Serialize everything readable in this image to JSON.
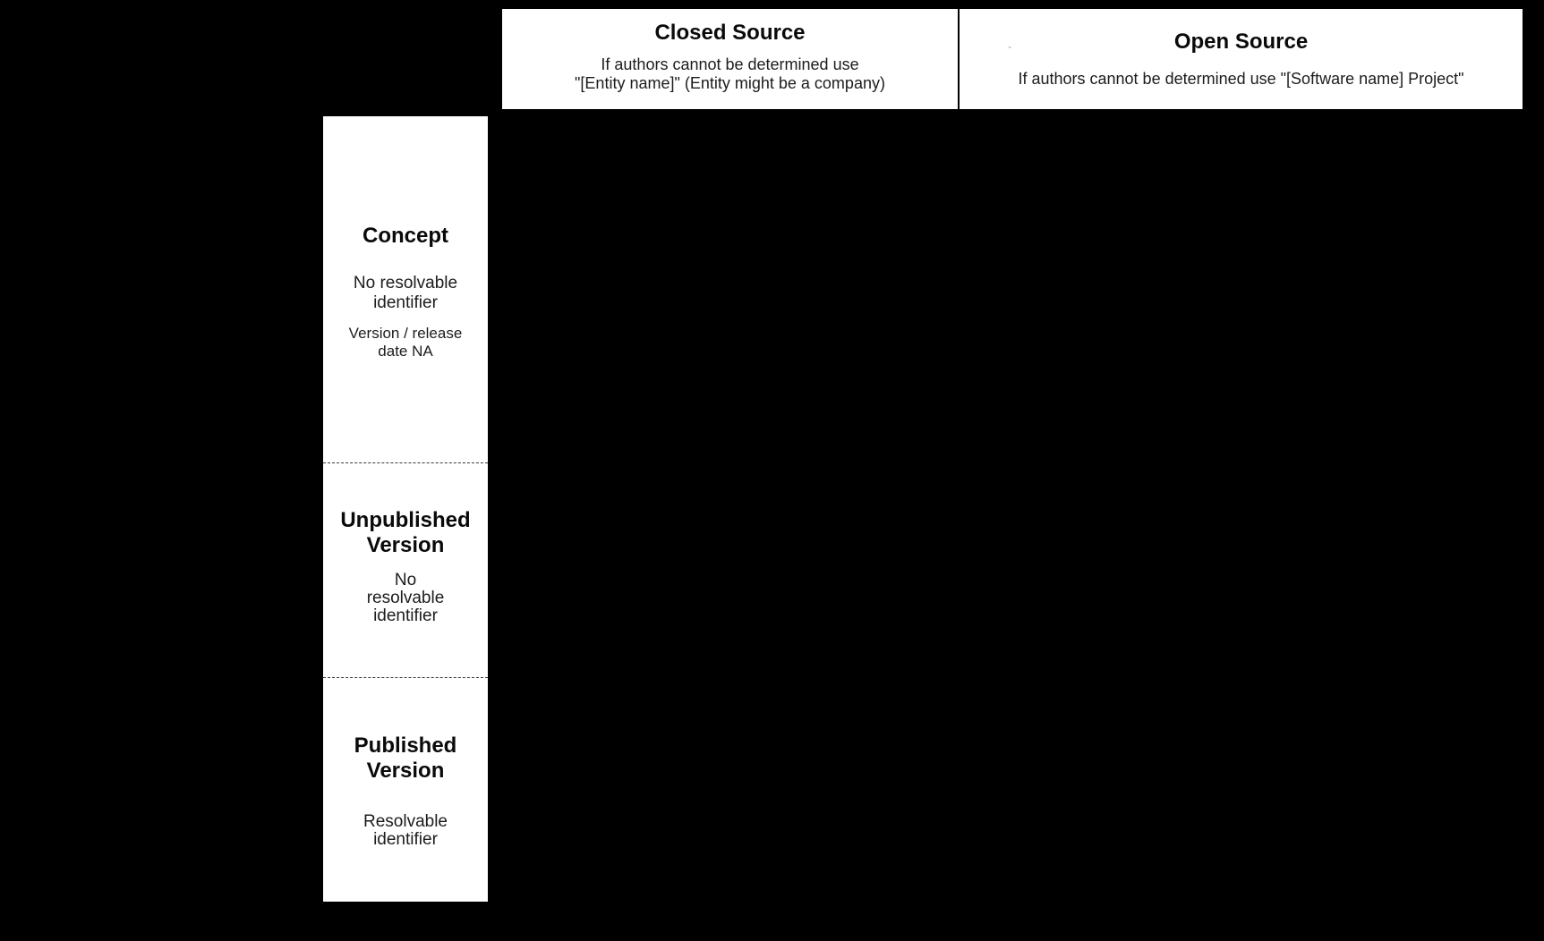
{
  "palette": {
    "background": "#000000",
    "panel": "#ffffff",
    "text": "#111111",
    "divider": "#000000",
    "dashed_separator": "#3a3a3a"
  },
  "headers": {
    "closed": {
      "title": "Closed Source",
      "subtitle_lines": [
        "If authors cannot be determined use",
        "\"[Entity name]\" (Entity might be a company)"
      ]
    },
    "open": {
      "title": "Open Source",
      "subtitle": "If authors cannot be determined use \"[Software name] Project\"",
      "stray_mark": "`"
    }
  },
  "stages": [
    {
      "id": "concept",
      "title_lines": [
        "Concept"
      ],
      "note_lines": [
        "No resolvable",
        "identifier"
      ],
      "extra_lines": [
        "Version / release",
        "date NA"
      ]
    },
    {
      "id": "unpublished-version",
      "title_lines": [
        "Unpublished",
        "Version"
      ],
      "note_lines": [
        "No",
        "resolvable",
        "identifier"
      ]
    },
    {
      "id": "published-version",
      "title_lines": [
        "Published",
        "Version"
      ],
      "note_lines": [
        "Resolvable",
        "identifier"
      ]
    }
  ]
}
